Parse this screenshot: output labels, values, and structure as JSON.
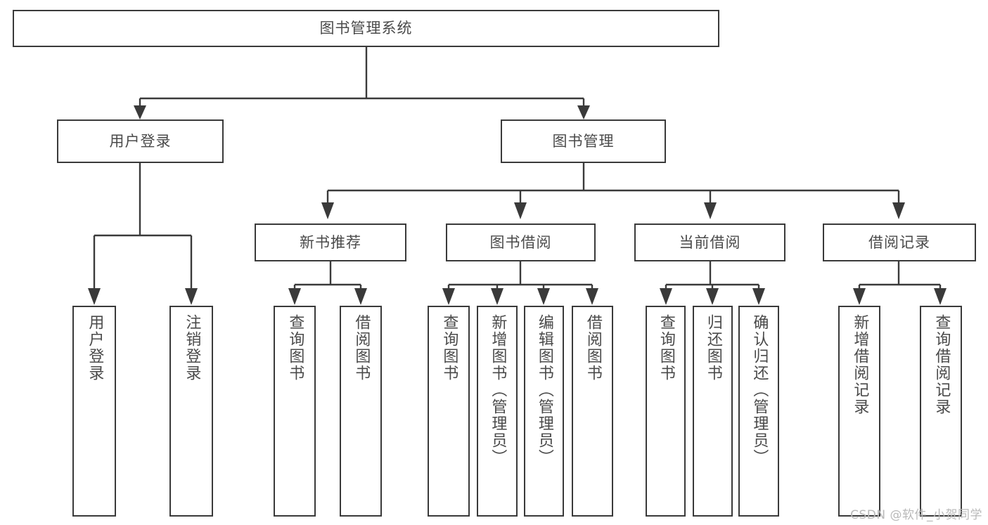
{
  "diagram": {
    "type": "tree",
    "title": "图书管理系统",
    "watermark": "CSDN @软件_小贺同学",
    "nodes": {
      "root": {
        "label": "图书管理系统"
      },
      "level2": [
        {
          "id": "user-login",
          "label": "用户登录"
        },
        {
          "id": "book-management",
          "label": "图书管理"
        }
      ],
      "level3": [
        {
          "id": "new-book-recommend",
          "label": "新书推荐"
        },
        {
          "id": "book-borrow",
          "label": "图书借阅"
        },
        {
          "id": "current-borrow",
          "label": "当前借阅"
        },
        {
          "id": "borrow-record",
          "label": "借阅记录"
        }
      ],
      "leaves": [
        {
          "id": "leaf-user-login",
          "label": "用户登录",
          "parent": "user-login"
        },
        {
          "id": "leaf-logout-login",
          "label": "注销登录",
          "parent": "user-login"
        },
        {
          "id": "leaf-query-book-1",
          "label": "查询图书",
          "parent": "new-book-recommend"
        },
        {
          "id": "leaf-borrow-book-1",
          "label": "借阅图书",
          "parent": "new-book-recommend"
        },
        {
          "id": "leaf-query-book-2",
          "label": "查询图书",
          "parent": "book-borrow"
        },
        {
          "id": "leaf-add-book",
          "label": "新增图书（管理员）",
          "parent": "book-borrow"
        },
        {
          "id": "leaf-edit-book",
          "label": "编辑图书（管理员）",
          "parent": "book-borrow"
        },
        {
          "id": "leaf-borrow-book-2",
          "label": "借阅图书",
          "parent": "book-borrow"
        },
        {
          "id": "leaf-query-book-3",
          "label": "查询图书",
          "parent": "current-borrow"
        },
        {
          "id": "leaf-return-book",
          "label": "归还图书",
          "parent": "current-borrow"
        },
        {
          "id": "leaf-confirm-return",
          "label": "确认归还（管理员）",
          "parent": "current-borrow"
        },
        {
          "id": "leaf-add-record",
          "label": "新增借阅记录",
          "parent": "borrow-record"
        },
        {
          "id": "leaf-query-record",
          "label": "查询借阅记录",
          "parent": "borrow-record"
        }
      ]
    },
    "colors": {
      "box_border": "#3a3a3a",
      "box_fill": "#ffffff",
      "text": "#4a4a4a",
      "connector": "#3a3a3a",
      "watermark": "#b9b9b9"
    }
  }
}
